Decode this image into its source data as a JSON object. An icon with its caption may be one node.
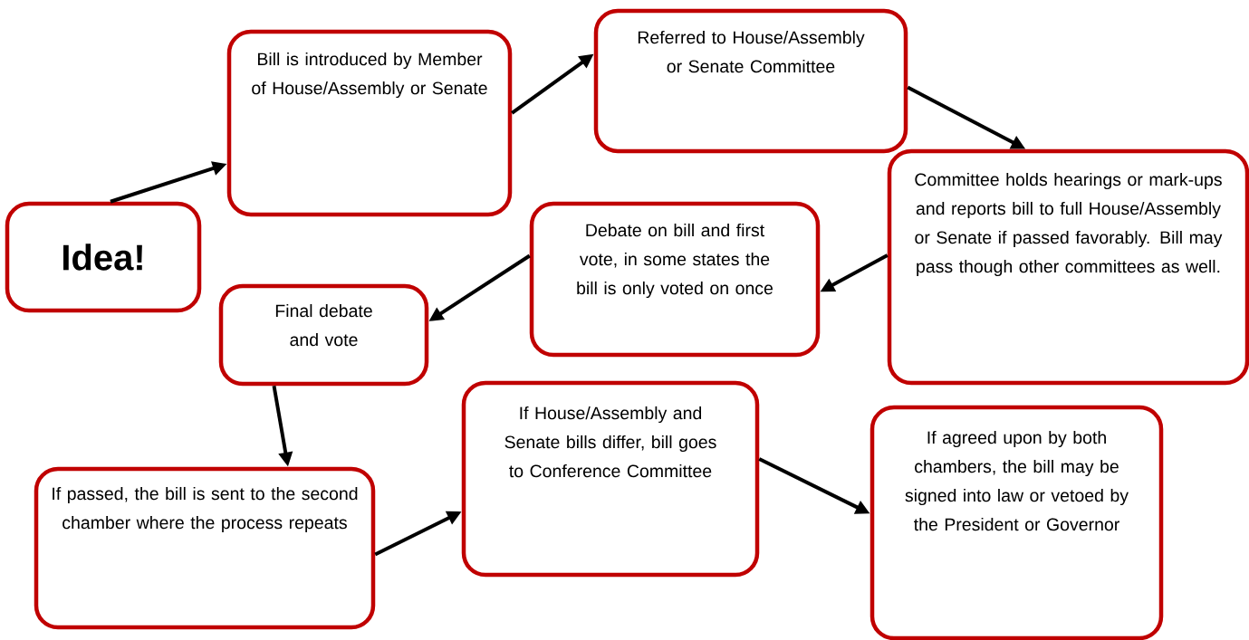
{
  "diagram": {
    "nodes": [
      {
        "text": [
          "Idea!"
        ]
      },
      {
        "text": [
          "Bill is introduced by Member of House/Assembly or Senate"
        ]
      },
      {
        "text": [
          "Referred to House/Assembly or Senate Committee"
        ]
      },
      {
        "text": [
          "Committee holds hearings or mark-ups and reports bill to full House/Assembly or Senate if passed favorably. Bill may pass though other committees as well."
        ]
      },
      {
        "text": [
          "Debate on bill and first vote, in some states the bill is only voted on once"
        ]
      },
      {
        "text": [
          "Final debate and vote"
        ]
      },
      {
        "text": [
          "If passed, the bill is sent to the second chamber where the process repeats"
        ]
      },
      {
        "text": [
          "If House/Assembly and Senate bills differ, bill goes to Conference Committee"
        ]
      },
      {
        "text": [
          "If agreed upon by both chambers, the bill may be signed into law or vetoed by the President or Governor"
        ]
      }
    ],
    "edges": [
      {
        "from": 0,
        "to": 1,
        "arrow": "to"
      },
      {
        "from": 1,
        "to": 2,
        "arrow": "to"
      },
      {
        "from": 2,
        "to": 3,
        "arrow": "to"
      },
      {
        "from": 3,
        "to": 4,
        "arrow": "to"
      },
      {
        "from": 4,
        "to": 5,
        "arrow": "to"
      },
      {
        "from": 5,
        "to": 6,
        "arrow": "to"
      },
      {
        "from": 6,
        "to": 7,
        "arrow": "to"
      },
      {
        "from": 7,
        "to": 8,
        "arrow": "to"
      }
    ]
  }
}
